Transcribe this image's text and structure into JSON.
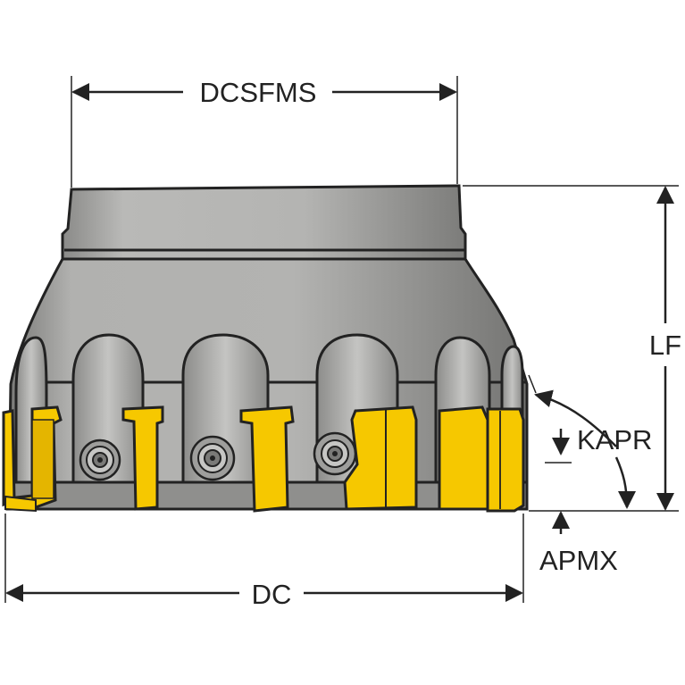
{
  "labels": {
    "dcsfms": "DCSFMS",
    "lf": "LF",
    "kapr": "KAPR",
    "apmx": "APMX",
    "dc": "DC"
  },
  "colors": {
    "body_light": "#b7b7b5",
    "body_mid": "#9a9a98",
    "body_dark": "#6e6e6c",
    "pocket": "#a8a8a6",
    "insert": "#f6c800",
    "insert_shade": "#d9a600",
    "outline": "#222222"
  },
  "icons": {
    "tool": "face-milling-cutter-icon",
    "screw": "insert-screw-icon"
  }
}
